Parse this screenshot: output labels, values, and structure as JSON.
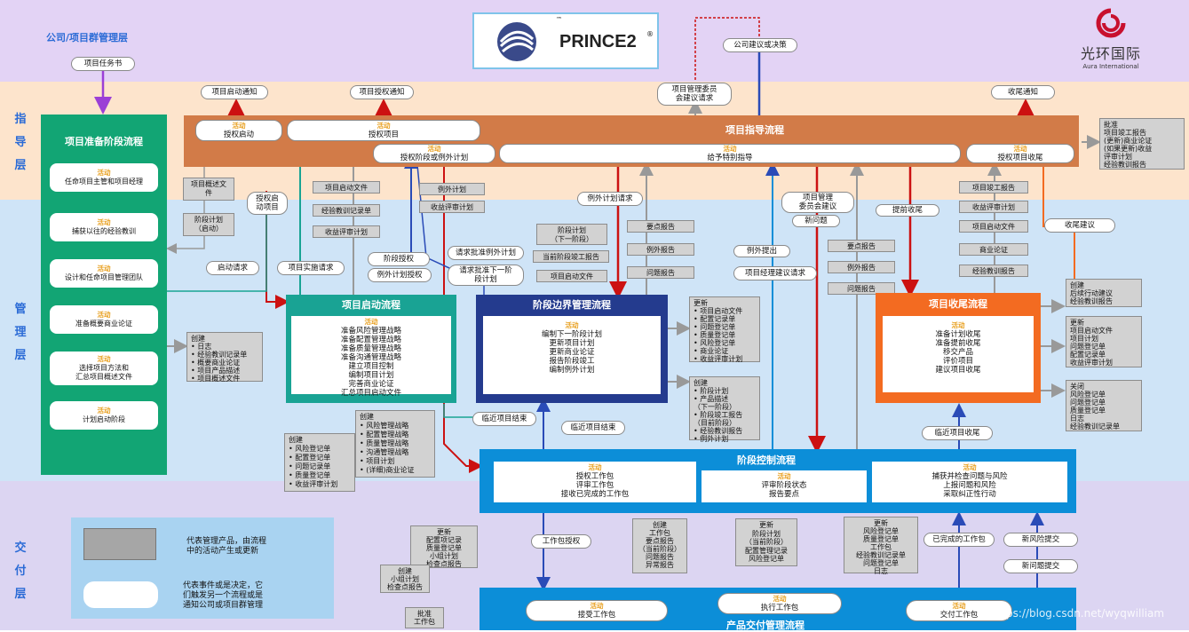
{
  "colors": {
    "band_org": "#e3d3f5",
    "band_dir": "#fde4cc",
    "band_mgmt": "#cfe4f7",
    "band_del": "#dcd5f2",
    "dir_bar": "#d27b48",
    "green": "#12a574",
    "teal": "#19a394",
    "navy": "#243b8e",
    "orange": "#f36b21",
    "cyan": "#0c8ed8",
    "red": "#cc1111",
    "blue": "#2a4bb7",
    "grey": "#999999"
  },
  "bands": {
    "org": "公司/项目群管理层",
    "dir": [
      "指",
      "导",
      "层"
    ],
    "mgmt": [
      "管",
      "理",
      "层"
    ],
    "del": [
      "交",
      "付",
      "层"
    ]
  },
  "logo": {
    "prince": "PRINCE2",
    "tm": "™",
    "reg": "®",
    "company": "光环国际",
    "company_en": "Aura International"
  },
  "activity": "活动",
  "top": {
    "mandate": "项目任务书",
    "advice": "公司建议或决策",
    "pm_notice1": "项目启动通知",
    "pm_notice2": "项目授权通知",
    "board_req": [
      "项目管理委员",
      "会建议请求"
    ],
    "close_notice": "收尾通知"
  },
  "direct": {
    "title": "项目指导流程",
    "a1": "授权启动",
    "a2": "授权项目",
    "a3": "授权阶段或例外计划",
    "a4": "给予特别指导",
    "a5": "授权项目收尾",
    "right_docs": [
      "批准",
      "项目竣工报告",
      "(更新)商业论证",
      "(如果更新)收益",
      "评审计划",
      "经验教训报告"
    ]
  },
  "startup": {
    "title": "项目准备阶段流程",
    "items": [
      "任命项目主管和项目经理",
      "捕获以往的经验教训",
      "设计和任命项目管理团队",
      "准备概要商业论证",
      "选择项目方法和\n汇总项目概述文件",
      "计划启动阶段"
    ]
  },
  "left_docs": {
    "d1": [
      "项目概述文",
      "件"
    ],
    "d2": [
      "阶段计划",
      "（启动）"
    ],
    "req1": "启动请求",
    "req2": [
      "授权启",
      "动项目"
    ],
    "create": [
      "创建",
      "• 日志",
      "• 经验教训记录单",
      "• 概要商业论证",
      "• 项目产品描述",
      "• 项目概述文件"
    ]
  },
  "mid_docs": {
    "pid": "项目启动文件",
    "lessons": "经验教训记录单",
    "benefits": "收益评审计划",
    "stage_auth": "阶段授权",
    "exc_auth": "例外计划授权",
    "impl_req": "项目实施请求",
    "exc_plan": "例外计划",
    "ben_plan": "收益评审计划",
    "req_exc": "请求批准例外计划",
    "req_next": [
      "请求批准下一阶",
      "段计划"
    ],
    "stage_plan": [
      "阶段计划",
      "（下一阶段）"
    ],
    "stage_end": "当前阶段竣工报告",
    "pid2": "项目启动文件",
    "exc_req": "例外计划请求",
    "hl": "要点报告",
    "exc_rep": "例外报告",
    "issue_rep": "问题报告"
  },
  "init": {
    "title": "项目启动流程",
    "items": [
      "准备风险管理战略",
      "准备配置管理战略",
      "准备质量管理战略",
      "准备沟通管理战略",
      "建立项目控制",
      "编制项目计划",
      "完善商业论证",
      "汇总项目启动文件"
    ],
    "docs_a": [
      "创建",
      "• 风险登记单",
      "• 配置登记单",
      "• 问题记录单",
      "• 质量登记单",
      "• 收益评审计划"
    ],
    "docs_b": [
      "创建",
      "• 风险管理战略",
      "• 配置管理战略",
      "• 质量管理战略",
      "• 沟通管理战略",
      "• 项目计划",
      "• (详细)商业论证"
    ],
    "near_end": "临近项目结束"
  },
  "boundary": {
    "title": "阶段边界管理流程",
    "items": [
      "编制下一阶段计划",
      "更新项目计划",
      "更新商业论证",
      "报告阶段竣工",
      "编制例外计划"
    ],
    "docs_a": [
      "更新",
      "• 项目启动文件",
      "• 配置记录单",
      "• 问题登记单",
      "• 质量登记单",
      "• 风险登记单",
      "• 商业论证",
      "• 收益评审计划"
    ],
    "docs_b": [
      "创建",
      "• 阶段计划",
      "• 产品描述",
      "（下一阶段）",
      "• 阶段竣工报告",
      "（目前阶段）",
      "• 经验教训报告",
      "• 例外计划"
    ],
    "near_stage": "临近项目结束"
  },
  "rightmid": {
    "board_adv": [
      "项目管理",
      "委员会建议"
    ],
    "new_issue": "新问题",
    "exc_raise": "例外提出",
    "pm_adv": "项目经理建议请求",
    "early": "提前收尾",
    "hl2": "要点报告",
    "exc2": "例外报告",
    "issue2": "问题报告"
  },
  "closing": {
    "title": "项目收尾流程",
    "items": [
      "准备计划收尾",
      "准备提前收尾",
      "移交产品",
      "评价项目",
      "建议项目收尾"
    ],
    "docs_top": [
      "项目竣工报告",
      "收益评审计划",
      "项目启动文件",
      "商业论证",
      "经验教训报告"
    ],
    "close_adv": "收尾建议",
    "near_close": "临近项目收尾",
    "out1": [
      "创建",
      "后续行动建议",
      "经验教训报告"
    ],
    "out2": [
      "更新",
      "项目启动文件",
      "项目计划",
      "问题登记单",
      "配置记录单",
      "收益评审计划"
    ],
    "out3": [
      "关闭",
      "风险登记单",
      "问题登记单",
      "质量登记单",
      "日志",
      "经验教训记录单"
    ]
  },
  "control": {
    "title": "阶段控制流程",
    "c1": [
      "授权工作包",
      "评审工作包",
      "接收已完成的工作包"
    ],
    "c2": [
      "评审阶段状态",
      "报告要点"
    ],
    "c3": [
      "捕获并检查问题与风险",
      "上报问题和风险",
      "采取纠正性行动"
    ],
    "wp_auth": "工作包授权",
    "done_wp": "已完成的工作包",
    "new_risk": "新风险提交",
    "new_issue": "新问题提交",
    "d1": [
      "创建",
      "工作包",
      "要点报告",
      "（当前阶段）",
      "问题报告",
      "异常报告"
    ],
    "d2": [
      "更新",
      "阶段计划",
      "（当前阶段）",
      "配置管理记录",
      "风险登记单"
    ],
    "d3": [
      "更新",
      "风险登记单",
      "质量登记单",
      "工作包",
      "经验教训记录单",
      "问题登记单",
      "日志"
    ]
  },
  "delivery": {
    "title": "产品交付管理流程",
    "a1": "接受工作包",
    "a2": "执行工作包",
    "a3": "交付工作包",
    "d1": [
      "更新",
      "配置项记录",
      "质量登记单",
      "小组计划",
      "检查点报告"
    ],
    "d2": [
      "创建",
      "小组计划",
      "检查点报告"
    ],
    "d3": [
      "批准",
      "工作包"
    ]
  },
  "legend": {
    "l1": [
      "代表管理产品，由流程",
      "中的活动产生或更新"
    ],
    "l2": [
      "代表事件或是决定，它",
      "们触发另一个流程或是",
      "通知公司或项目群管理"
    ]
  },
  "watermark": "https://blog.csdn.net/wyqwilliam"
}
